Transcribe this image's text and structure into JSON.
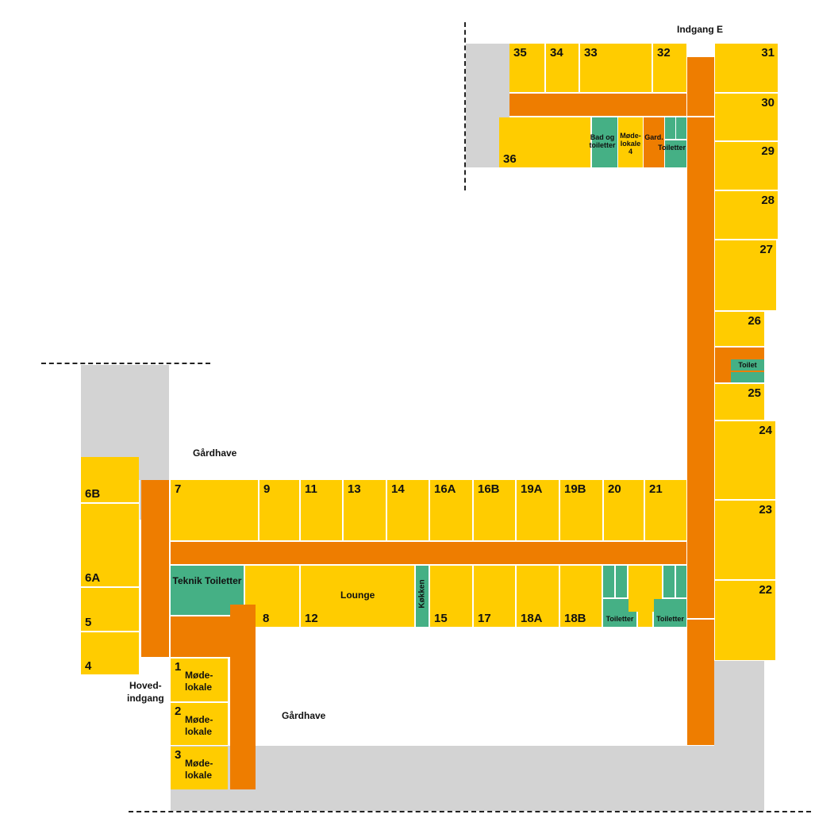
{
  "labels": {
    "indgang_e": "Indgang E",
    "gaardhave_top": "Gårdhave",
    "gaardhave_bottom": "Gårdhave",
    "hovedindgang": "Hoved-\nindgang"
  },
  "rooms": {
    "r35": "35",
    "r34": "34",
    "r33": "33",
    "r32": "32",
    "r31": "31",
    "r30": "30",
    "r29": "29",
    "r28": "28",
    "r27": "27",
    "r26": "26",
    "r25": "25",
    "r24": "24",
    "r23": "23",
    "r22": "22",
    "r36": "36",
    "bad": "Bad og toiletter",
    "mode4": "Møde-lokale 4",
    "gard": "Gard.",
    "toiletter_top": "Toiletter",
    "toilet_right": "Toilet",
    "r7": "7",
    "r9": "9",
    "r11": "11",
    "r13": "13",
    "r14": "14",
    "r16a": "16A",
    "r16b": "16B",
    "r19a": "19A",
    "r19b": "19B",
    "r20": "20",
    "r21": "21",
    "teknik": "Teknik Toiletter",
    "r8": "8",
    "r12": "12",
    "lounge": "Lounge",
    "kokken": "Køkken",
    "r15": "15",
    "r17": "17",
    "r18a": "18A",
    "r18b": "18B",
    "toiletter_a": "Toiletter",
    "toiletter_b": "Toiletter",
    "r6b": "6B",
    "r6a": "6A",
    "r5": "5",
    "r4": "4",
    "m1": "1",
    "m2": "2",
    "m3": "3",
    "mode1": "Møde-\nlokale",
    "mode2": "Møde-\nlokale",
    "mode3": "Møde-\nlokale"
  },
  "colors": {
    "room": "#FFCC00",
    "corridor": "#EE7D00",
    "toilet": "#45B085",
    "outside": "#D3D3D3"
  }
}
